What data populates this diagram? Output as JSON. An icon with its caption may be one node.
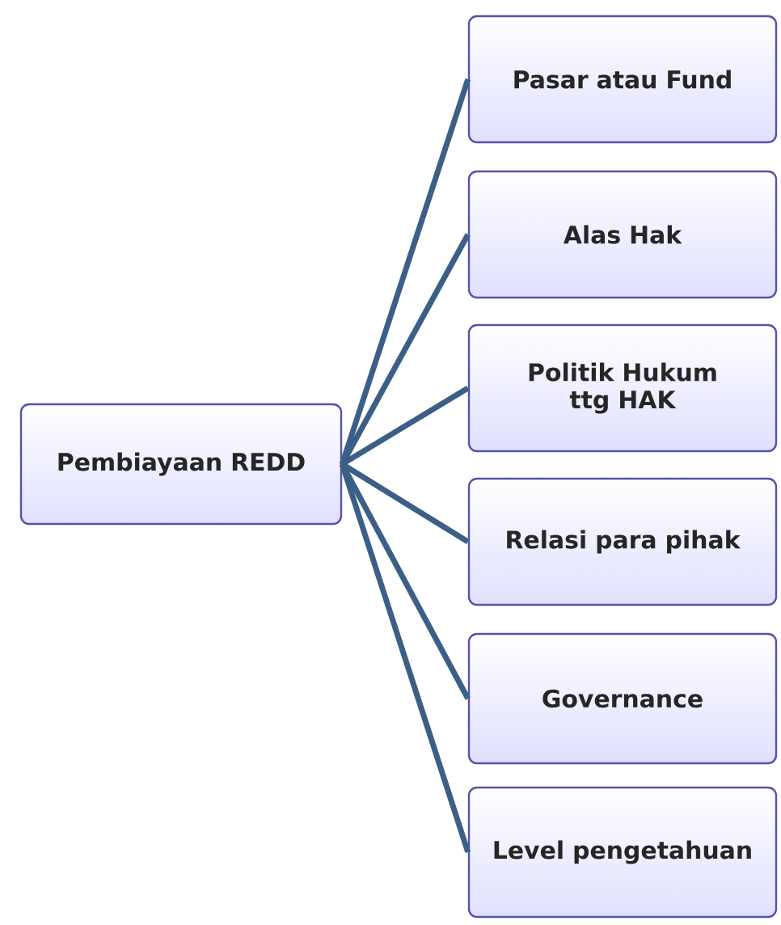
{
  "diagram": {
    "nodes": [
      {
        "text": [
          "Pembiayaan REDD"
        ]
      },
      {
        "text": [
          "Pasar atau Fund"
        ]
      },
      {
        "text": [
          "Alas Hak"
        ]
      },
      {
        "text": [
          "Politik Hukum ttg HAK"
        ]
      },
      {
        "text": [
          "Relasi para pihak"
        ]
      },
      {
        "text": [
          "Governance"
        ]
      },
      {
        "text": [
          "Level pengetahuan"
        ]
      }
    ],
    "edges": [
      {
        "from": 0,
        "to": 1,
        "arrow": "none"
      },
      {
        "from": 0,
        "to": 2,
        "arrow": "none"
      },
      {
        "from": 0,
        "to": 3,
        "arrow": "none"
      },
      {
        "from": 0,
        "to": 4,
        "arrow": "none"
      },
      {
        "from": 0,
        "to": 5,
        "arrow": "none"
      },
      {
        "from": 0,
        "to": 6,
        "arrow": "none"
      }
    ]
  }
}
